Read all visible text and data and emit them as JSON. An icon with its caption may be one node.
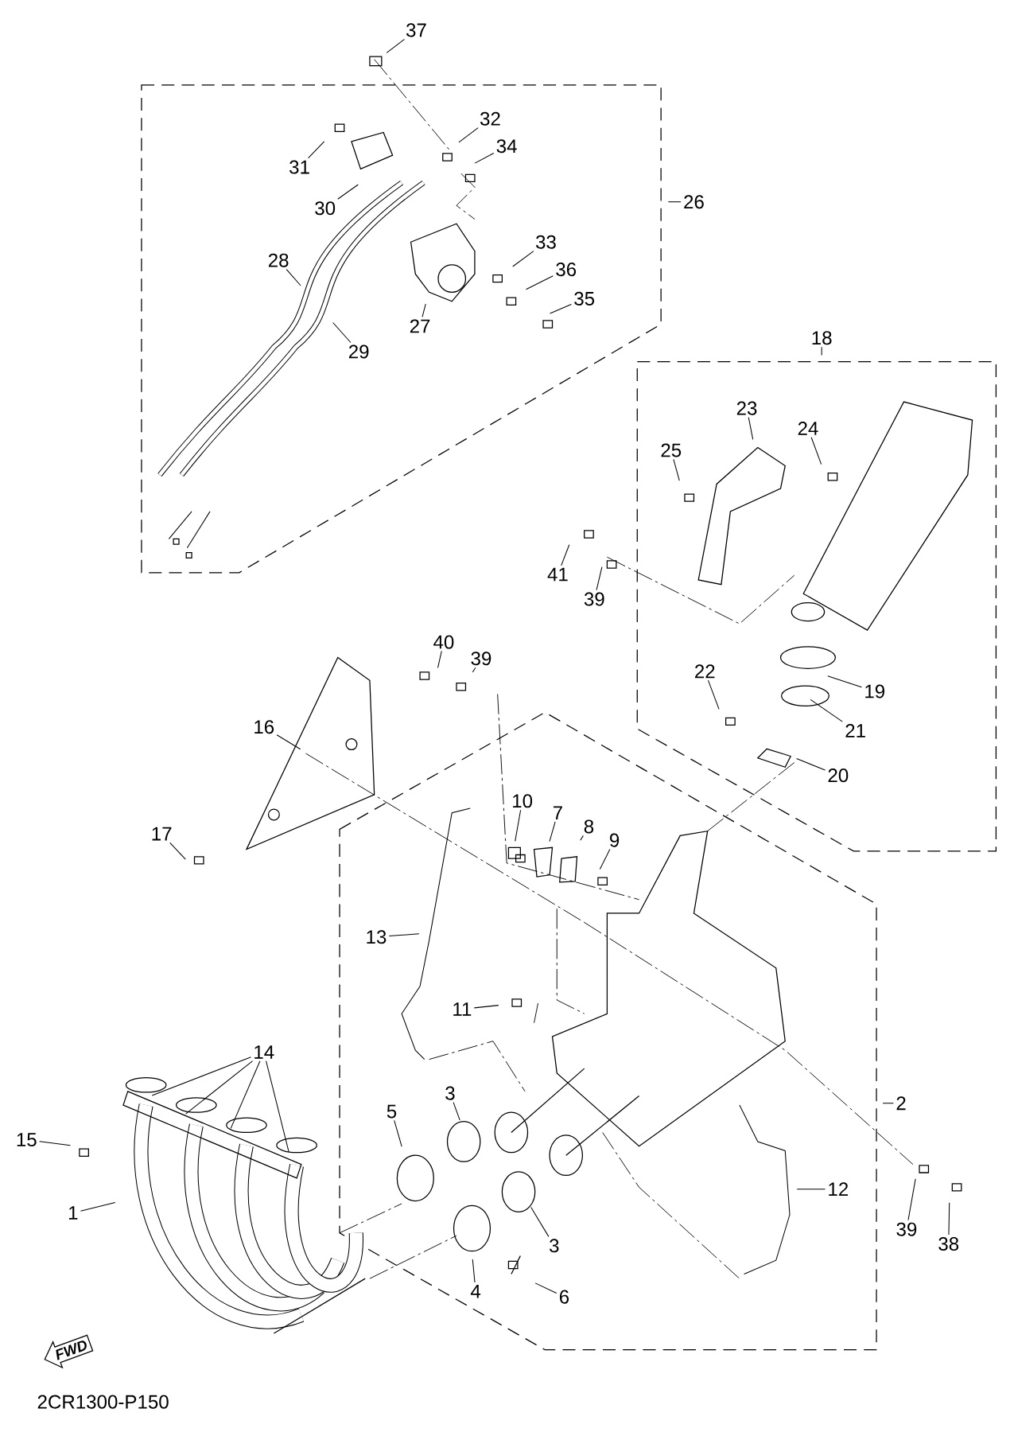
{
  "diagram": {
    "nodes": [
      {
        "text": [
          "37"
        ]
      },
      {
        "text": [
          "32"
        ]
      },
      {
        "text": [
          "31"
        ]
      },
      {
        "text": [
          "34"
        ]
      },
      {
        "text": [
          "30"
        ]
      },
      {
        "text": [
          "26"
        ]
      },
      {
        "text": [
          "33"
        ]
      },
      {
        "text": [
          "28"
        ]
      },
      {
        "text": [
          "36"
        ]
      },
      {
        "text": [
          "35"
        ]
      },
      {
        "text": [
          "27"
        ]
      },
      {
        "text": [
          "18"
        ]
      },
      {
        "text": [
          "29"
        ]
      },
      {
        "text": [
          "23"
        ]
      },
      {
        "text": [
          "24"
        ]
      },
      {
        "text": [
          "25"
        ]
      },
      {
        "text": [
          "41"
        ]
      },
      {
        "text": [
          "39"
        ]
      },
      {
        "text": [
          "40"
        ]
      },
      {
        "text": [
          "39"
        ]
      },
      {
        "text": [
          "22"
        ]
      },
      {
        "text": [
          "19"
        ]
      },
      {
        "text": [
          "16"
        ]
      },
      {
        "text": [
          "21"
        ]
      },
      {
        "text": [
          "20"
        ]
      },
      {
        "text": [
          "10"
        ]
      },
      {
        "text": [
          "7"
        ]
      },
      {
        "text": [
          "8"
        ]
      },
      {
        "text": [
          "9"
        ]
      },
      {
        "text": [
          "17"
        ]
      },
      {
        "text": [
          "13"
        ]
      },
      {
        "text": [
          "11"
        ]
      },
      {
        "text": [
          "14"
        ]
      },
      {
        "text": [
          "2"
        ]
      },
      {
        "text": [
          "3"
        ]
      },
      {
        "text": [
          "5"
        ]
      },
      {
        "text": [
          "15"
        ]
      },
      {
        "text": [
          "12"
        ]
      },
      {
        "text": [
          "1"
        ]
      },
      {
        "text": [
          "39"
        ]
      },
      {
        "text": [
          "38"
        ]
      },
      {
        "text": [
          "3"
        ]
      },
      {
        "text": [
          "4"
        ]
      },
      {
        "text": [
          "6"
        ]
      },
      {
        "text": [
          "FWD"
        ]
      }
    ],
    "edges": [
      {
        "from": 0,
        "to": null,
        "arrow": "none"
      },
      {
        "from": 1,
        "to": null,
        "arrow": "none"
      },
      {
        "from": 2,
        "to": null,
        "arrow": "none"
      },
      {
        "from": 3,
        "to": null,
        "arrow": "none"
      },
      {
        "from": 4,
        "to": null,
        "arrow": "none"
      },
      {
        "from": 5,
        "to": null,
        "arrow": "none"
      },
      {
        "from": 6,
        "to": null,
        "arrow": "none"
      },
      {
        "from": 7,
        "to": null,
        "arrow": "none"
      },
      {
        "from": 8,
        "to": null,
        "arrow": "none"
      },
      {
        "from": 9,
        "to": null,
        "arrow": "none"
      },
      {
        "from": 10,
        "to": null,
        "arrow": "none"
      },
      {
        "from": 11,
        "to": null,
        "arrow": "none"
      },
      {
        "from": 12,
        "to": null,
        "arrow": "none"
      },
      {
        "from": 13,
        "to": null,
        "arrow": "none"
      },
      {
        "from": 14,
        "to": null,
        "arrow": "none"
      },
      {
        "from": 15,
        "to": null,
        "arrow": "none"
      },
      {
        "from": 16,
        "to": null,
        "arrow": "none"
      },
      {
        "from": 17,
        "to": null,
        "arrow": "none"
      },
      {
        "from": 18,
        "to": null,
        "arrow": "none"
      },
      {
        "from": 19,
        "to": null,
        "arrow": "none"
      },
      {
        "from": 20,
        "to": null,
        "arrow": "none"
      },
      {
        "from": 21,
        "to": null,
        "arrow": "none"
      },
      {
        "from": 22,
        "to": null,
        "arrow": "none"
      },
      {
        "from": 23,
        "to": null,
        "arrow": "none"
      },
      {
        "from": 24,
        "to": null,
        "arrow": "none"
      },
      {
        "from": 25,
        "to": null,
        "arrow": "none"
      },
      {
        "from": 26,
        "to": null,
        "arrow": "none"
      },
      {
        "from": 27,
        "to": null,
        "arrow": "none"
      },
      {
        "from": 28,
        "to": null,
        "arrow": "none"
      },
      {
        "from": 29,
        "to": null,
        "arrow": "none"
      },
      {
        "from": 30,
        "to": null,
        "arrow": "none"
      },
      {
        "from": 31,
        "to": null,
        "arrow": "none"
      },
      {
        "from": 32,
        "to": null,
        "arrow": "none"
      },
      {
        "from": 32,
        "to": null,
        "arrow": "none"
      },
      {
        "from": 32,
        "to": null,
        "arrow": "none"
      },
      {
        "from": 32,
        "to": null,
        "arrow": "none"
      },
      {
        "from": 33,
        "to": null,
        "arrow": "none"
      },
      {
        "from": 34,
        "to": null,
        "arrow": "none"
      },
      {
        "from": 35,
        "to": null,
        "arrow": "none"
      },
      {
        "from": 36,
        "to": null,
        "arrow": "none"
      },
      {
        "from": 37,
        "to": null,
        "arrow": "none"
      },
      {
        "from": 38,
        "to": null,
        "arrow": "none"
      },
      {
        "from": 39,
        "to": null,
        "arrow": "none"
      },
      {
        "from": 40,
        "to": null,
        "arrow": "none"
      },
      {
        "from": 41,
        "to": null,
        "arrow": "none"
      },
      {
        "from": 42,
        "to": null,
        "arrow": "none"
      },
      {
        "from": 43,
        "to": null,
        "arrow": "none"
      }
    ],
    "labels": [
      "2CR1300-P150"
    ]
  }
}
